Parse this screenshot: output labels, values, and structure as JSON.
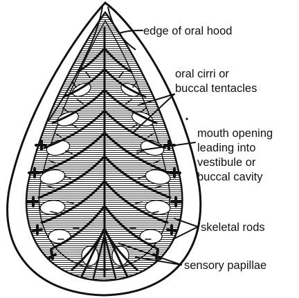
{
  "diagram": {
    "labels": {
      "edge_of_oral_hood": "edge of oral hood",
      "oral_cirri_line1": "oral cirri or",
      "oral_cirri_line2": "buccal tentacles",
      "mouth_line1": "mouth opening",
      "mouth_line2": "leading into",
      "mouth_line3": "vestibule or",
      "mouth_line4": "buccal cavity",
      "skeletal_rods": "skeletal rods",
      "sensory_papillae": "sensory papillae"
    },
    "colors": {
      "ink": "#111111",
      "paper": "#ffffff"
    }
  }
}
